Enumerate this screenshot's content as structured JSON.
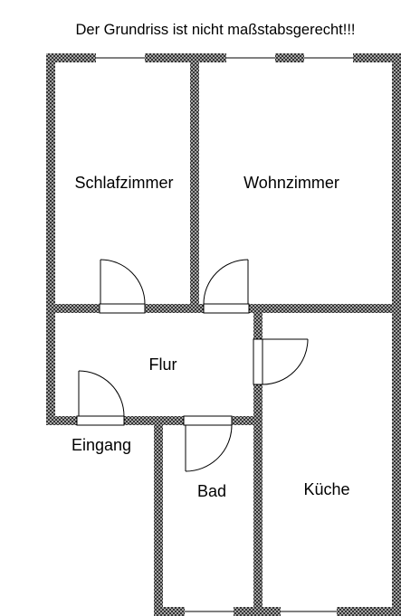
{
  "plan": {
    "notice": "Der Grundriss ist nicht maßstabsgerecht!!!",
    "rooms": {
      "schlafzimmer": "Schlafzimmer",
      "wohnzimmer": "Wohnzimmer",
      "flur": "Flur",
      "bad": "Bad",
      "kueche": "Küche"
    },
    "entrance": "Eingang"
  },
  "colors": {
    "wall_fill": "#111111",
    "wall_hatch": "#bdbdbd",
    "background": "#ffffff"
  }
}
